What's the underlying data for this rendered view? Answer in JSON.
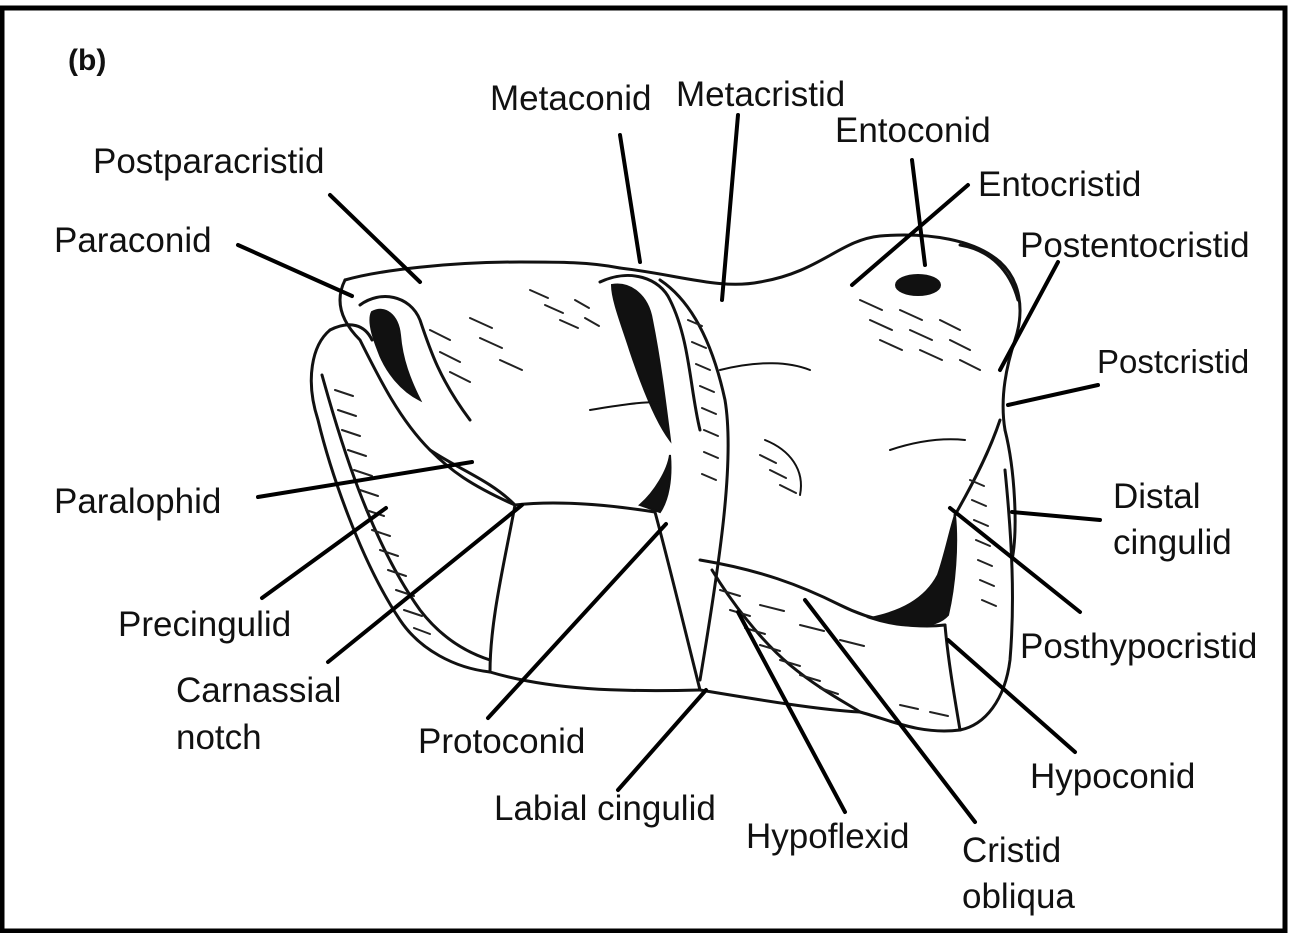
{
  "figure": {
    "panel_label": "(b)",
    "labels": {
      "metaconid": "Metaconid",
      "metacristid": "Metacristid",
      "entoconid": "Entoconid",
      "postparacristid": "Postparacristid",
      "entocristid": "Entocristid",
      "paraconid": "Paraconid",
      "postentocristid": "Postentocristid",
      "postcristid": "Postcristid",
      "paralophid": "Paralophid",
      "distal_cingulid_line1": "Distal",
      "distal_cingulid_line2": "cingulid",
      "precingulid": "Precingulid",
      "posthypocristid": "Posthypocristid",
      "carnassial_notch_line1": "Carnassial",
      "carnassial_notch_line2": "notch",
      "protoconid": "Protoconid",
      "hypoconid": "Hypoconid",
      "labial_cingulid": "Labial cingulid",
      "hypoflexid": "Hypoflexid",
      "cristid_obliqua_line1": "Cristid",
      "cristid_obliqua_line2": "obliqua"
    }
  }
}
